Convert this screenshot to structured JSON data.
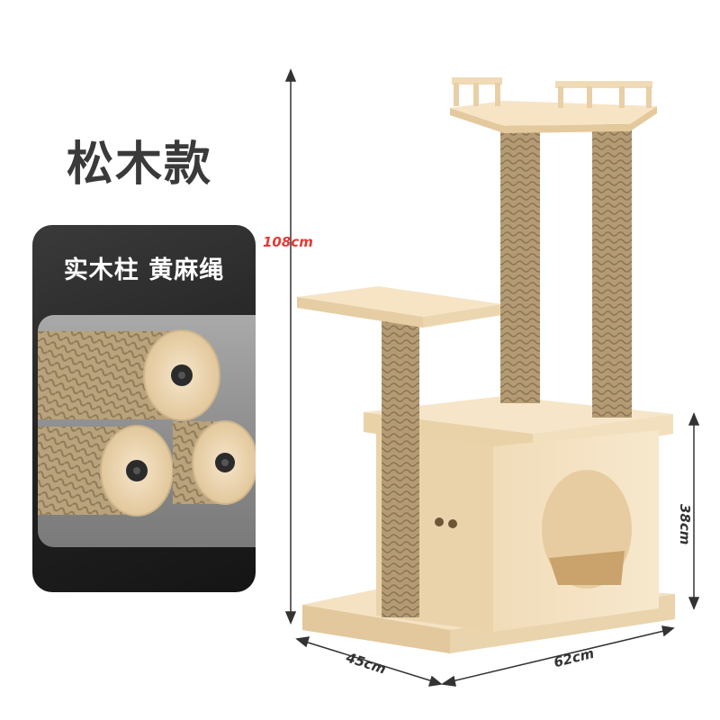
{
  "title": "松木款",
  "card": {
    "title": "实木柱 黄麻绳"
  },
  "dimensions": {
    "height": "108cm",
    "box_height": "38cm",
    "depth": "45cm",
    "width": "62cm"
  },
  "colors": {
    "wood": "#f3dfbe",
    "wood_dark": "#e6cda3",
    "rope": "#b79f78",
    "rope_dark": "#9c8460",
    "card_bg": "#232323",
    "accent_red": "#e53935"
  }
}
